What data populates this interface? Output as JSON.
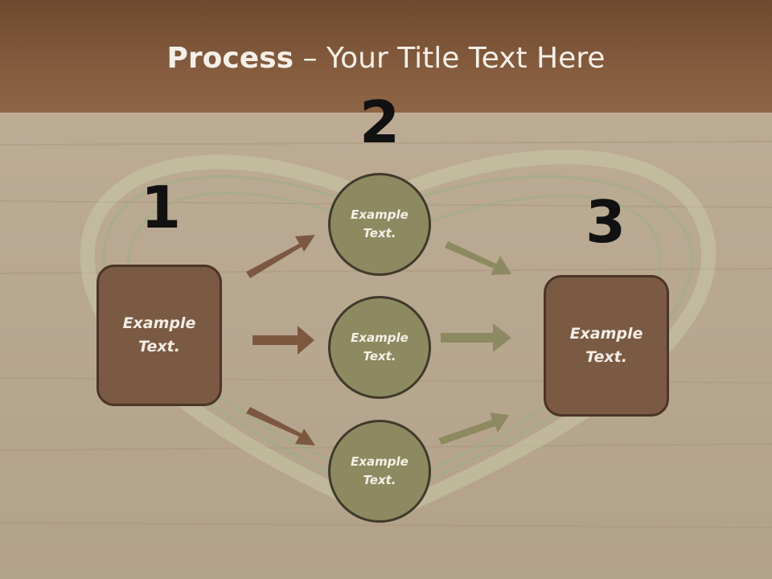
{
  "slide": {
    "title_bold": "Process",
    "title_rest": " – Your Title Text Here",
    "steps": [
      {
        "number": "1",
        "text": "Example Text."
      },
      {
        "number": "2",
        "items": [
          "Example Text.",
          "Example Text.",
          "Example Text."
        ]
      },
      {
        "number": "3",
        "text": "Example Text."
      }
    ]
  },
  "colors": {
    "box_fill": "#7a5a43",
    "circle_fill": "#8d8a62",
    "arrow_brown": "#7d5840",
    "arrow_olive": "#8d8a62",
    "title_bar": "#845b3d"
  }
}
